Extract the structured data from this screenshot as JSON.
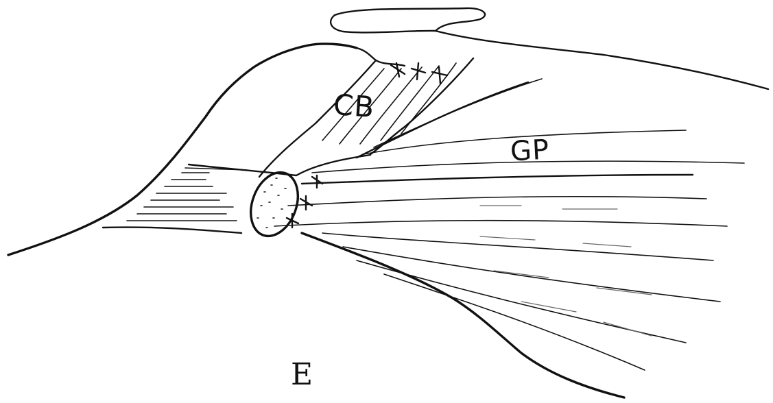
{
  "labels": {
    "coracobrachialis": "CB",
    "pectoralis": "GP",
    "panel": "E"
  },
  "colors": {
    "ink": "#111111",
    "paper": "#ffffff"
  }
}
